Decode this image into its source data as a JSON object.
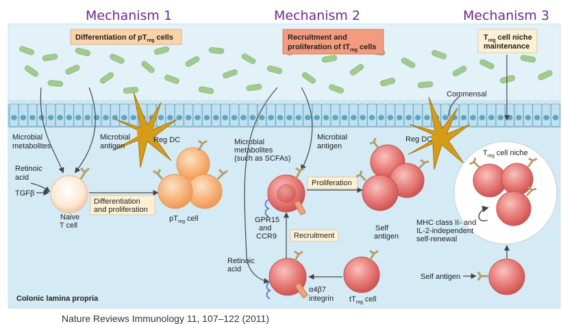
{
  "headings": {
    "m1": "Mechanism 1",
    "m2": "Mechanism 2",
    "m3": "Mechanism 3"
  },
  "boxes": {
    "diff_ptreg_a": "Differentiation of pT",
    "diff_ptreg_sub": "reg",
    "diff_ptreg_b": " cells",
    "recruit_l1": "Recruitment and",
    "recruit_l2a": "proliferation of tT",
    "recruit_sub": "reg",
    "recruit_l2b": " cells",
    "niche_l1a": "T",
    "niche_sub": "reg",
    "niche_l1b": " cell niche",
    "niche_l2": "maintenance"
  },
  "labels": {
    "commensal": "Commensal",
    "reg_dc_1": "Reg DC",
    "reg_dc_2": "Reg DC",
    "microbial_metabolites_1": "Microbial",
    "microbial_metabolites_2": "metabolites",
    "microbial_antigen_1": "Microbial",
    "microbial_antigen_2": "antigen",
    "retinoic_1": "Retinoic",
    "retinoic_2": "acid",
    "tgfb": "TGFβ",
    "naive_1": "Naive",
    "naive_2": "T cell",
    "diff_prolif_1": "Differentiation",
    "diff_prolif_2": "and proliferation",
    "ptreg_a": "pT",
    "ptreg_sub": "reg",
    "ptreg_b": " cell",
    "m2_metab_1": "Microbial",
    "m2_metab_2": "metabolites",
    "m2_metab_3": "(such as SCFAs)",
    "m2_antigen_1": "Microbial",
    "m2_antigen_2": "antigen",
    "proliferation": "Proliferation",
    "gpr15": "GPR15",
    "and": "and",
    "ccr9": "CCR9",
    "recruitment": "Recruitment",
    "self_antigen_1": "Self",
    "self_antigen_2": "antigen",
    "m2_retinoic_1": "Retinoic",
    "m2_retinoic_2": "acid",
    "a4b7_1": "α4β7",
    "a4b7_2": "integrin",
    "ttreg_a": "tT",
    "ttreg_sub": "reg",
    "ttreg_b": " cell",
    "niche_a": "T",
    "niche_sub": "reg",
    "niche_b": " cell niche",
    "mhc_1": "MHC class II- and",
    "mhc_2": "IL-2-independent",
    "mhc_3": "self-renewal",
    "self_antigen_3": "Self antigen",
    "colonic": "Colonic lamina propria"
  },
  "footer": "Nature Reviews Immunology 11, 107–122 (2011)",
  "colors": {
    "box_orange": "#fad3a9",
    "box_salmon": "#f29b7f",
    "box_cream": "#fdf0d4",
    "tissue": "#d6ebf5",
    "epithelium": "#a9d3e6",
    "bacteria": "#9fcc8e",
    "dc": "#d59c1a",
    "cell_pink": "#e46f6f",
    "cell_peach": "#f7b27a",
    "heading": "#6b2a8c"
  }
}
